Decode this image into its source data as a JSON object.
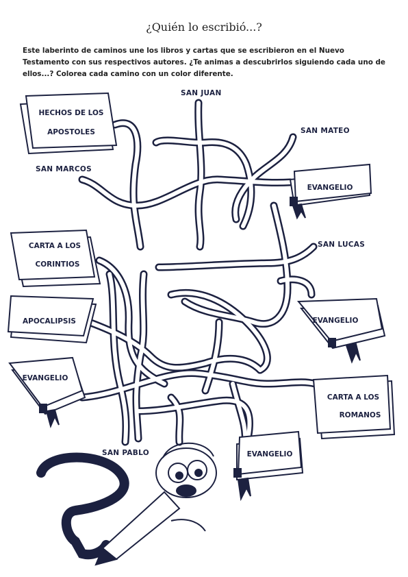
{
  "title": "¿Quién lo escribió...?",
  "instructions": "Este laberinto de caminos une los libros y cartas que se escribieron en el Nuevo Testamento con sus respectivos autores. ¿Te animas a descubrirlos siguiendo cada uno de ellos...? Colorea cada camino con un color diferente.",
  "authors": {
    "san_juan": "SAN JUAN",
    "san_mateo": "SAN MATEO",
    "san_marcos": "SAN MARCOS",
    "san_lucas": "SAN LUCAS",
    "san_pablo": "SAN PABLO"
  },
  "books": {
    "hechos_line1": "HECHOS DE LOS",
    "hechos_line2": "APOSTOLES",
    "corintios_line1": "CARTA A LOS",
    "corintios_line2": "CORINTIOS",
    "apocalipsis": "APOCALIPSIS",
    "evangelio_left": "EVANGELIO",
    "evangelio_top_right": "EVANGELIO",
    "evangelio_mid_right": "EVANGELIO",
    "evangelio_bottom": "EVANGELIO",
    "romanos_line1": "CARTA A LOS",
    "romanos_line2": "ROMANOS"
  },
  "colors": {
    "ink": "#1c2140",
    "paper": "#ffffff"
  }
}
